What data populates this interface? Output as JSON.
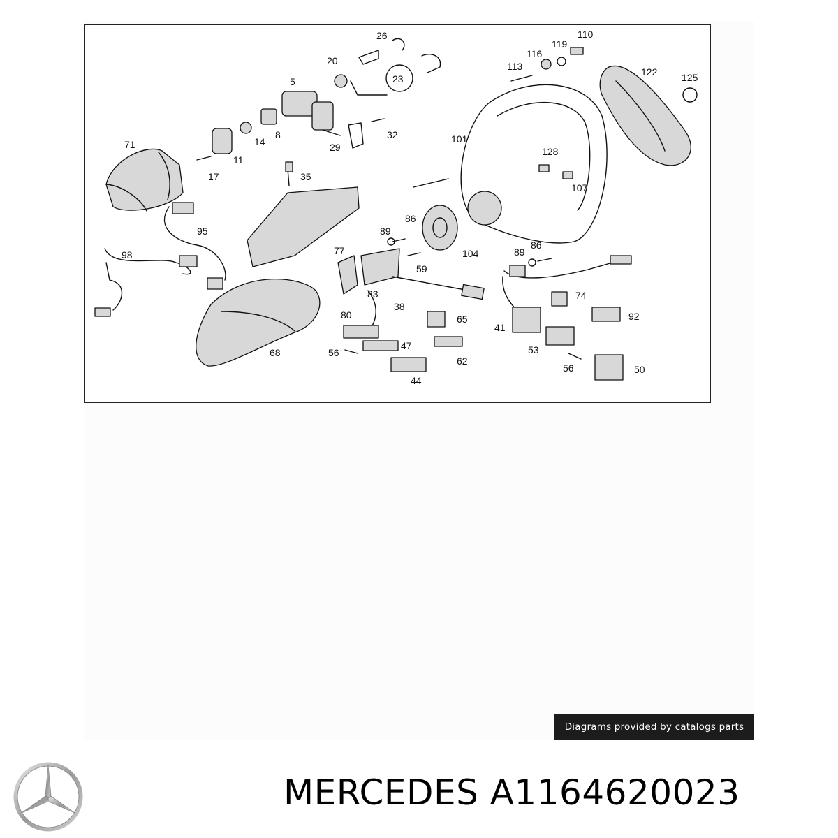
{
  "diagram": {
    "callouts": [
      "26",
      "20",
      "110",
      "119",
      "116",
      "113",
      "5",
      "23",
      "122",
      "125",
      "71",
      "14",
      "8",
      "11",
      "32",
      "29",
      "101",
      "128",
      "17",
      "35",
      "107",
      "86",
      "89",
      "95",
      "104",
      "98",
      "77",
      "89",
      "86",
      "59",
      "74",
      "83",
      "38",
      "92",
      "80",
      "65",
      "41",
      "47",
      "53",
      "68",
      "56",
      "62",
      "56",
      "50",
      "44"
    ]
  },
  "credit": {
    "text": "Diagrams provided by catalogs parts"
  },
  "brand": {
    "logo_icon": "mercedes-star-icon"
  },
  "part": {
    "title": "MERCEDES A1164620023"
  }
}
